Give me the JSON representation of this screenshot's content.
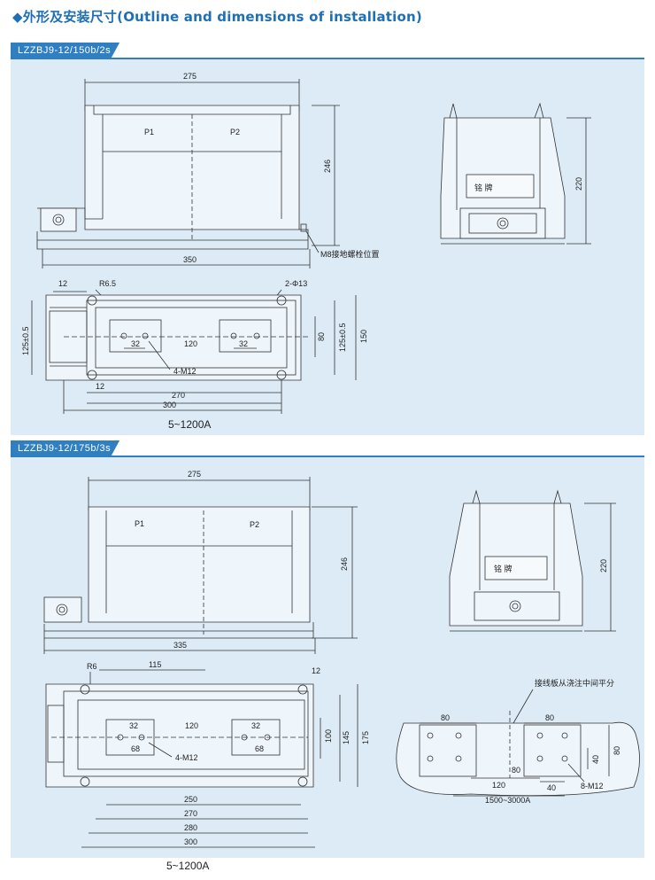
{
  "page": {
    "title": "◆外形及安装尺寸(Outline and dimensions of installation)"
  },
  "models": [
    {
      "tab": "LZZBJ9-12/150b/2s",
      "caption": "5~1200A",
      "front": {
        "w": "275",
        "h": "246",
        "base": "350",
        "p1": "P1",
        "p2": "P2",
        "ground_note": "M8接地螺栓位置"
      },
      "side": {
        "h": "220",
        "plate": "铭  牌"
      },
      "bottom": {
        "d12a": "12",
        "r": "R6.5",
        "holes": "2-Φ13",
        "c1": "32",
        "c2": "120",
        "c3": "32",
        "screw": "4-M12",
        "d12b": "12",
        "d270": "270",
        "d300": "300",
        "left_h": "125±0.5",
        "h80": "80",
        "h125": "125±0.5",
        "h150": "150"
      }
    },
    {
      "tab": "LZZBJ9-12/175b/3s",
      "caption": "5~1200A",
      "front": {
        "w": "275",
        "h": "246",
        "base": "335",
        "p1": "P1",
        "p2": "P2"
      },
      "side": {
        "h": "220",
        "plate": "铭  牌"
      },
      "bottom": {
        "r": "R6",
        "d115": "115",
        "d12": "12",
        "c1": "32",
        "c68a": "68",
        "c120": "120",
        "c2": "32",
        "c68b": "68",
        "screw": "4-M12",
        "h100": "100",
        "h145": "145",
        "h175": "175",
        "d250": "250",
        "d270": "270",
        "d280": "280",
        "d300": "300"
      },
      "terminal": {
        "note": "接线板从浇注中间平分",
        "w80a": "80",
        "w80b": "80",
        "m80": "80",
        "m120": "120",
        "m40": "40",
        "v40": "40",
        "v80": "80",
        "screw": "8-M12",
        "range": "1500~3000A"
      }
    }
  ]
}
